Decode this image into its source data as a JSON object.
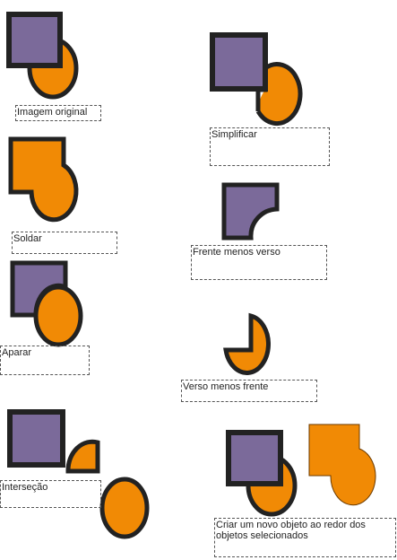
{
  "colors": {
    "square_fill": "#7b6a9a",
    "orange_fill": "#f18a05",
    "outline": "#222222",
    "thin_outline": "#6b3a00"
  },
  "captions": {
    "original": "Imagem original",
    "simplify": "Simplificar",
    "weld": "Soldar",
    "front_minus_back": "Frente menos verso",
    "trim": "Aparar",
    "back_minus_front": "Verso menos frente",
    "intersect": "Interseção",
    "boundary": "Criar um novo  objeto ao redor dos objetos selecionados"
  }
}
